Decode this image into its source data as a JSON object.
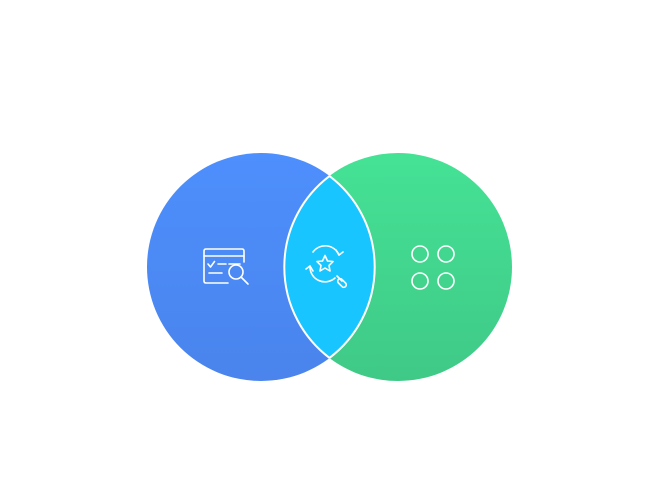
{
  "diagram": {
    "type": "venn",
    "sets": [
      {
        "id": "left",
        "icon": "web-search-checklist-icon",
        "color_top": "#4d8ffd",
        "color_bottom": "#4a84ec"
      },
      {
        "id": "right",
        "icon": "app-grid-icon",
        "color_top": "#45e295",
        "color_bottom": "#3fc987"
      }
    ],
    "intersection": {
      "icon": "star-search-refresh-icon",
      "color": "#19c5ff"
    },
    "stroke_color": "#ffffff",
    "icon_color": "#ffffff"
  }
}
